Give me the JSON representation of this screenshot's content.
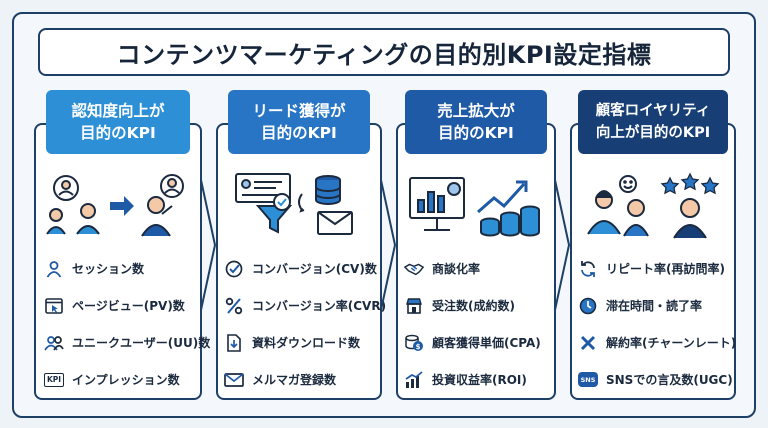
{
  "title": "コンテンツマーケティングの目的別KPI設定指標",
  "columns": [
    {
      "heading_lines": [
        "認知度向上が",
        "目的のKPI"
      ],
      "color": "#2d8fd6",
      "kpis": [
        {
          "icon": "user-icon",
          "label": "セッション数"
        },
        {
          "icon": "browser-cursor-icon",
          "label": "ページビュー(PV)数"
        },
        {
          "icon": "users-icon",
          "label": "ユニークユーザー(UU)数"
        },
        {
          "icon": "kpi-tag-icon",
          "label": "インプレッション数",
          "icon_text": "KPI"
        }
      ]
    },
    {
      "heading_lines": [
        "リード獲得が",
        "目的のKPI"
      ],
      "color": "#2775c4",
      "kpis": [
        {
          "icon": "check-circle-icon",
          "label": "コンバージョン(CV)数"
        },
        {
          "icon": "percent-icon",
          "label": "コンバージョン率(CVR)"
        },
        {
          "icon": "download-document-icon",
          "label": "資料ダウンロード数"
        },
        {
          "icon": "mail-icon",
          "label": "メルマガ登録数"
        }
      ]
    },
    {
      "heading_lines": [
        "売上拡大が",
        "目的のKPI"
      ],
      "color": "#1f5aa6",
      "kpis": [
        {
          "icon": "handshake-icon",
          "label": "商談化率"
        },
        {
          "icon": "store-icon",
          "label": "受注数(成約数)"
        },
        {
          "icon": "coins-icon",
          "label": "顧客獲得単価(CPA)"
        },
        {
          "icon": "growth-chart-icon",
          "label": "投資収益率(ROI)"
        }
      ]
    },
    {
      "heading_lines": [
        "顧客ロイヤリティ",
        "向上が目的のKPI"
      ],
      "color": "#173f75",
      "kpis": [
        {
          "icon": "refresh-icon",
          "label": "リピート率(再訪問率)"
        },
        {
          "icon": "clock-icon",
          "label": "滞在時間・読了率"
        },
        {
          "icon": "cross-icon",
          "label": "解約率(チャーンレート)"
        },
        {
          "icon": "chat-icon",
          "label": "SNSでの言及数(UGC)",
          "icon_text": "SNS"
        }
      ]
    }
  ]
}
